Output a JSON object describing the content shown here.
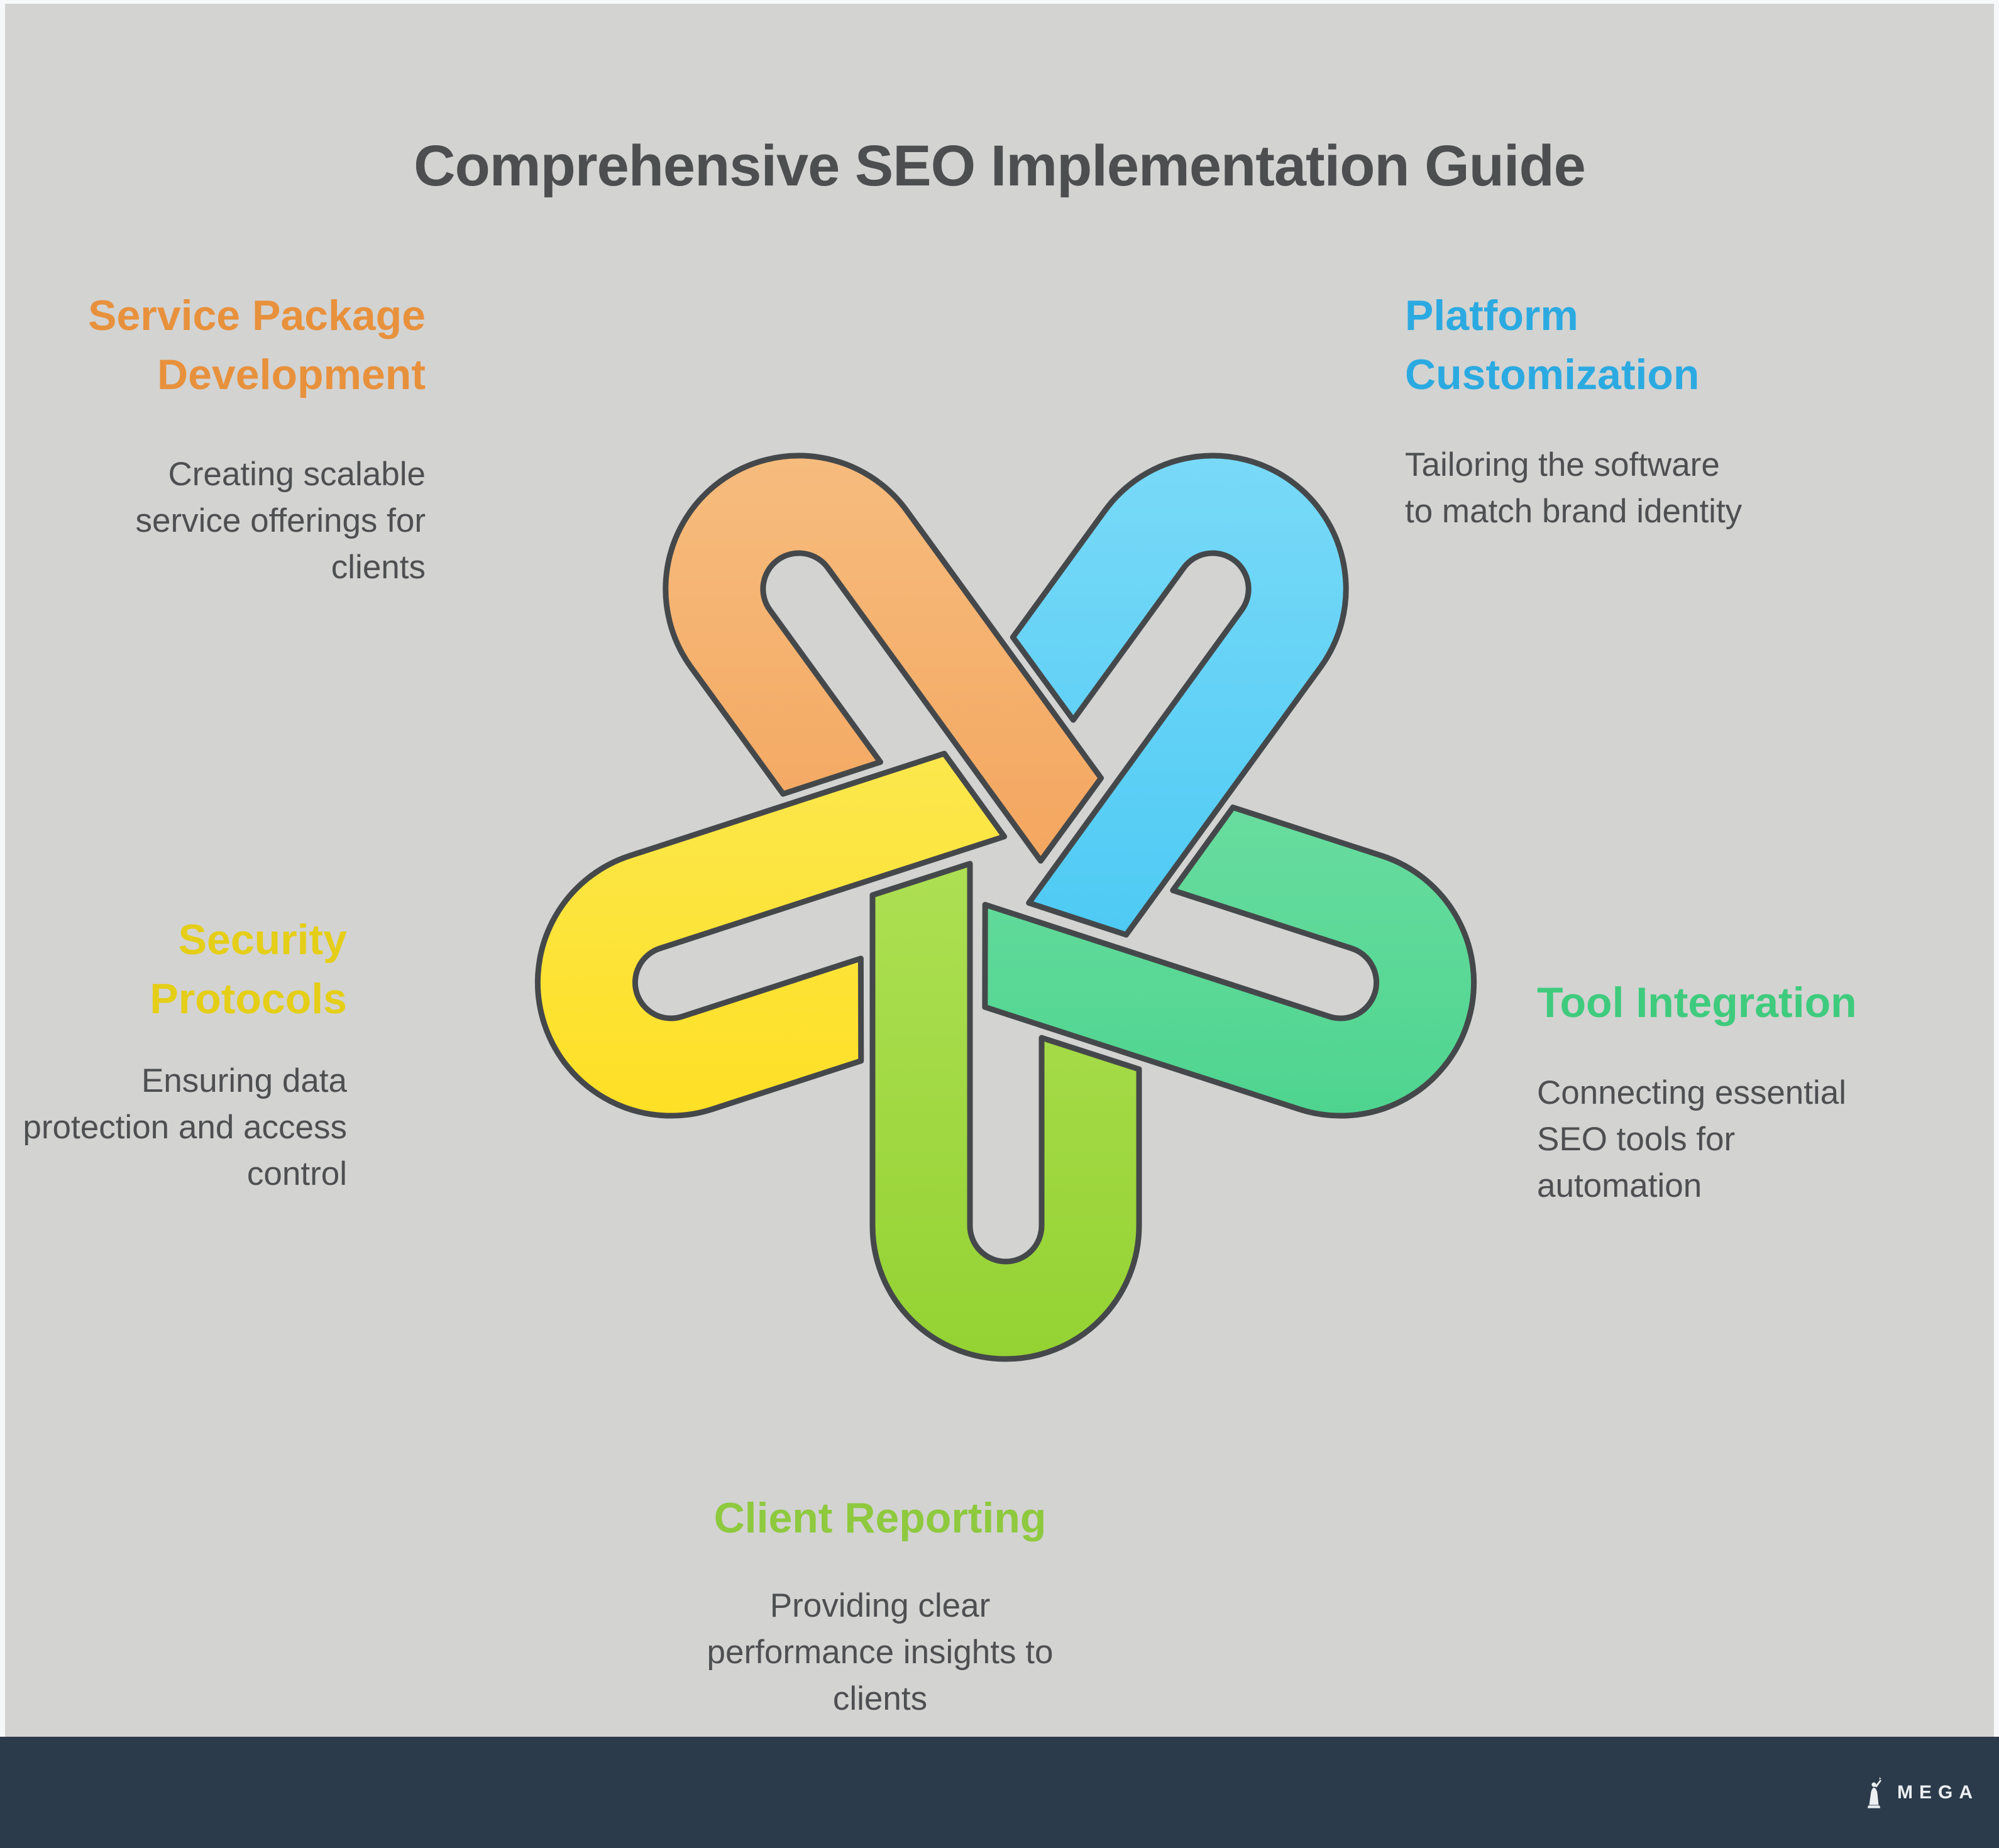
{
  "title": "Comprehensive SEO Implementation Guide",
  "background": {
    "canvas": "#D3D3D2",
    "frame": "#F7F8F9"
  },
  "text_color": "#4E4F51",
  "sections": {
    "service": {
      "h1": "Service Package",
      "h2": "Development",
      "d1": "Creating scalable",
      "d2": "service offerings for",
      "d3": "clients",
      "color": "#E8913C"
    },
    "platform": {
      "h1": "Platform",
      "h2": "Customization",
      "d1": "Tailoring the software",
      "d2": "to match brand identity",
      "color": "#2BAAE1"
    },
    "security": {
      "h1": "Security",
      "h2": "Protocols",
      "d1": "Ensuring data",
      "d2": "protection and access",
      "d3": "control",
      "color": "#E5CE17"
    },
    "tool": {
      "h1": "Tool Integration",
      "d1": "Connecting essential",
      "d2": "SEO tools for",
      "d3": "automation",
      "color": "#3FCB7D"
    },
    "client": {
      "h1": "Client Reporting",
      "d1": "Providing clear",
      "d2": "performance insights to",
      "d3": "clients",
      "color": "#8EC93E"
    }
  },
  "knot": {
    "stroke": "#45484A",
    "loops": [
      {
        "name": "client-reporting-loop",
        "from": "#C5EC72",
        "to": "#94D232"
      },
      {
        "name": "security-loop",
        "from": "#FAF076",
        "to": "#FFDA0A"
      },
      {
        "name": "service-package-loop",
        "from": "#F7C083",
        "to": "#F08B3A"
      },
      {
        "name": "platform-loop",
        "from": "#80DCF8",
        "to": "#27BCF1"
      },
      {
        "name": "tool-integration-loop",
        "from": "#8BE7B2",
        "to": "#3ACE84"
      }
    ]
  },
  "footer": {
    "brand": "MEGA",
    "bg": "#2C3B4B",
    "fg": "#ECF0F3"
  }
}
